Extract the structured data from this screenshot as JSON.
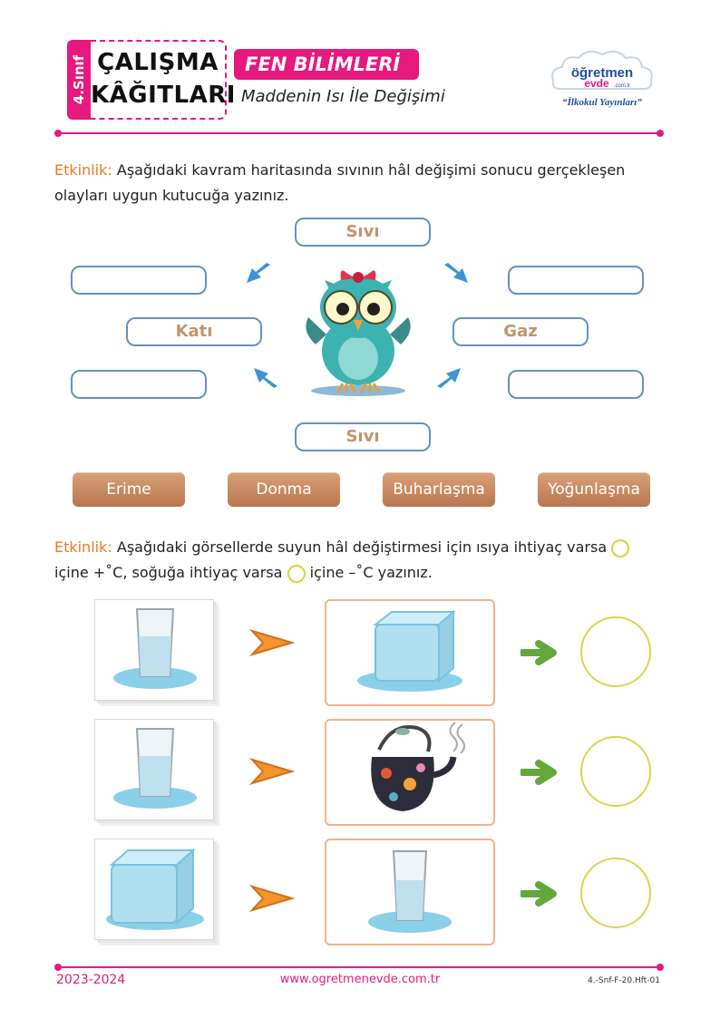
{
  "header": {
    "grade_tab": "4.Sınıf",
    "title_line1": "ÇALIŞMA",
    "title_line2": "KÂĞITLARI",
    "subject": "FEN BİLİMLERİ",
    "topic": "Maddenin Isı İle Değişimi",
    "logo_top": "öğretmen",
    "logo_bottom": "evde",
    "logo_domain": ".com.tr",
    "logo_tagline": "“İlkokul Yayınları”"
  },
  "activity1": {
    "label": "Etkinlik:",
    "text": " Aşağıdaki kavram haritasında sıvının hâl değişimi sonucu gerçekleşen olayları uygun kutucuğa yazınız.",
    "map": {
      "top": "Sıvı",
      "left": "Katı",
      "right": "Gaz",
      "bottom": "Sıvı"
    },
    "word_bank": [
      "Erime",
      "Donma",
      "Buharlaşma",
      "Yoğunlaşma"
    ]
  },
  "activity2": {
    "label": "Etkinlik:",
    "text_a": " Aşağıdaki görsellerde suyun hâl değiştirmesi için ısıya ihtiyaç varsa",
    "text_b": "içine +˚C, soğuğa ihtiyaç varsa",
    "text_c": "içine –˚C yazınız."
  },
  "footer": {
    "year": "2023-2024",
    "website": "www.ogretmenevde.com.tr",
    "code": "4.-Snf-F-20.Hft-01"
  },
  "colors": {
    "accent": "#e5197e",
    "label_orange": "#f0781e",
    "box_border": "#6a8fc0",
    "word_button": "#c98a62",
    "circle": "#d7d74a",
    "green_arrow": "#62a83a"
  }
}
